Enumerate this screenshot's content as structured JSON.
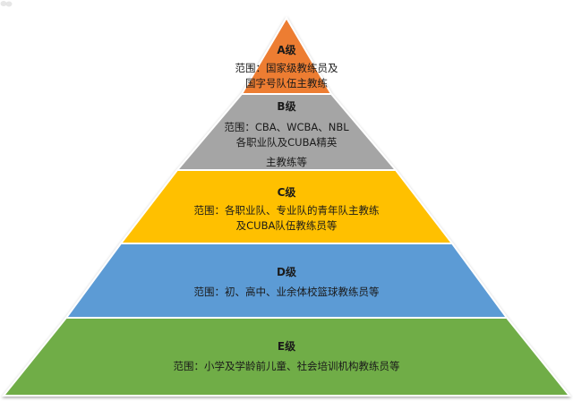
{
  "tiers": [
    {
      "level": "A级",
      "lines": [
        "范围：国家级教练员及",
        "国字号队伍主教练"
      ],
      "color": "#ED7D31"
    },
    {
      "level": "B级",
      "lines": [
        "范围：CBA、WCBA、NBL",
        "各职业队及CUBA精英",
        "主教练等"
      ],
      "color": "#A5A5A5"
    },
    {
      "level": "C级",
      "lines": [
        "范围：各职业队、专业队的青年队主教练",
        "及CUBA队伍教练员等"
      ],
      "color": "#FFC000"
    },
    {
      "level": "D级",
      "lines": [
        "范围：初、高中、业余体校篮球教练员等"
      ],
      "color": "#5B9BD5"
    },
    {
      "level": "E级",
      "lines": [
        "范围：小学及学龄前儿童、社会培训机构教练员等"
      ],
      "color": "#70AD47"
    }
  ]
}
